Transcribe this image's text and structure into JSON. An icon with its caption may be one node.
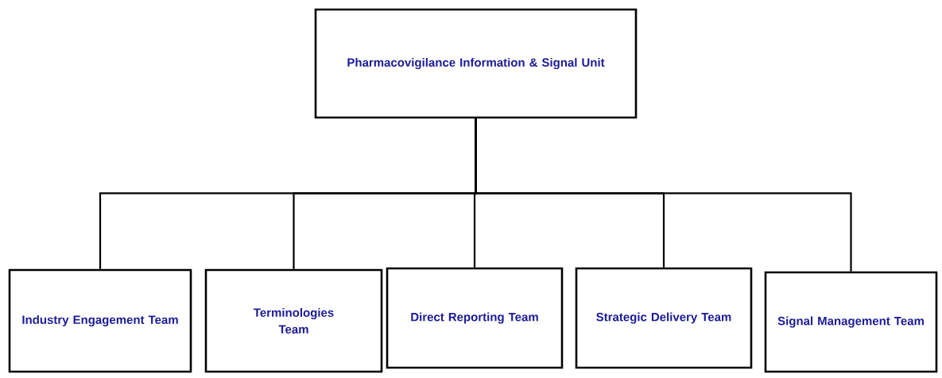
{
  "diagram": {
    "nodes": [
      {
        "text": [
          "Pharmacovigilance Information & Signal Unit"
        ]
      },
      {
        "text": [
          "Industry Engagement Team"
        ]
      },
      {
        "text": [
          "Terminologies Team"
        ]
      },
      {
        "text": [
          "Direct Reporting Team"
        ]
      },
      {
        "text": [
          "Strategic Delivery Team"
        ]
      },
      {
        "text": [
          "Signal Management Team"
        ]
      }
    ],
    "edges": [
      {
        "from": 0,
        "to": 1,
        "arrow": "none"
      },
      {
        "from": 0,
        "to": 2,
        "arrow": "none"
      },
      {
        "from": 0,
        "to": 3,
        "arrow": "none"
      },
      {
        "from": 0,
        "to": 4,
        "arrow": "none"
      },
      {
        "from": 0,
        "to": 5,
        "arrow": "none"
      }
    ]
  }
}
